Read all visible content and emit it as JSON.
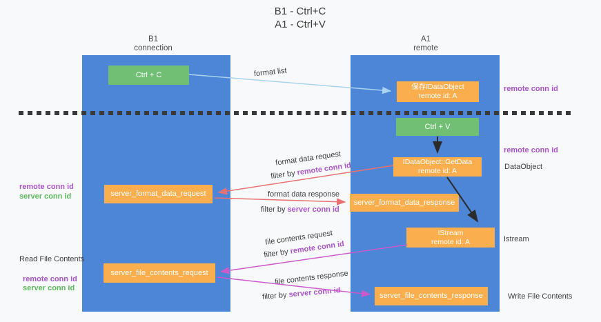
{
  "title": {
    "line1": "B1 - Ctrl+C",
    "line2": "A1 - Ctrl+V"
  },
  "left_column": {
    "header1": "B1",
    "header2": "connection"
  },
  "right_column": {
    "header1": "A1",
    "header2": "remote"
  },
  "boxes": {
    "ctrl_c": "Ctrl + C",
    "ctrl_v": "Ctrl + V",
    "save_dataobject_line1": "保存IDataObject",
    "save_dataobject_line2": "remote id: A",
    "getdata_line1": "IDataObject::GetData",
    "getdata_line2": "remote id: A",
    "istream_line1": "IStream",
    "istream_line2": "remote id: A",
    "format_request": "server_format_data_request",
    "format_response": "server_format_data_response",
    "file_request": "server_file_contents_request",
    "file_response": "server_file_contents_response"
  },
  "flow": {
    "format_list": "format list",
    "format_data_request": "format data request",
    "format_data_response": "format data response",
    "file_contents_request": "file contents request",
    "file_contents_response": "file contents response",
    "filter_by": "filter by",
    "remote_conn_id": "remote conn id",
    "server_conn_id": "server conn id"
  },
  "annotations": {
    "remote_conn_id_right_top": "remote conn id",
    "remote_conn_id_right_mid": "remote conn id",
    "dataobject": "DataObject",
    "istream": "Istream",
    "write_file_contents": "Write File Contents",
    "read_file_contents": "Read File Contents",
    "remote_conn_id_left_top": "remote conn id",
    "server_conn_id_left_top": "server conn id",
    "remote_conn_id_left_bottom": "remote conn id",
    "server_conn_id_left_bottom": "server conn id"
  },
  "colors": {
    "lane_blue": "#4d86d7",
    "box_green": "#71bf74",
    "box_orange": "#fbae4d",
    "arrow_lightblue": "#a9d3ee",
    "arrow_red": "#e87272",
    "arrow_magenta": "#cb5bcb",
    "arrow_black": "#2b2b2b",
    "text_purple": "#a854c8",
    "text_green": "#5cb85c"
  }
}
